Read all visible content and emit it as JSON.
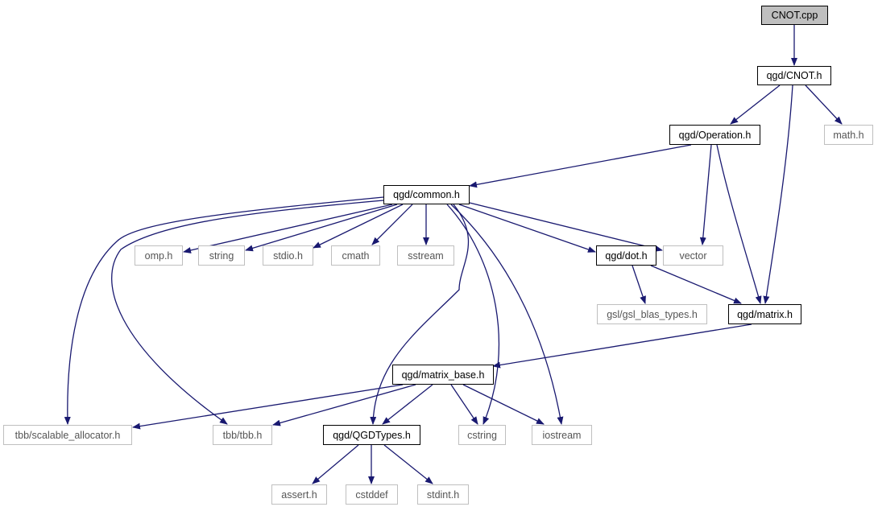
{
  "graph": {
    "edge_color": "#191970",
    "root_fill": "#bfbfbf",
    "nodes": [
      {
        "id": "cnot_cpp",
        "label": "CNOT.cpp",
        "kind": "root"
      },
      {
        "id": "cnot_h",
        "label": "qgd/CNOT.h",
        "kind": "local"
      },
      {
        "id": "operation_h",
        "label": "qgd/Operation.h",
        "kind": "local"
      },
      {
        "id": "math_h",
        "label": "math.h",
        "kind": "system"
      },
      {
        "id": "common_h",
        "label": "qgd/common.h",
        "kind": "local"
      },
      {
        "id": "omp_h",
        "label": "omp.h",
        "kind": "system"
      },
      {
        "id": "string",
        "label": "string",
        "kind": "system"
      },
      {
        "id": "stdio_h",
        "label": "stdio.h",
        "kind": "system"
      },
      {
        "id": "cmath",
        "label": "cmath",
        "kind": "system"
      },
      {
        "id": "sstream",
        "label": "sstream",
        "kind": "system"
      },
      {
        "id": "dot_h",
        "label": "qgd/dot.h",
        "kind": "local"
      },
      {
        "id": "vector",
        "label": "vector",
        "kind": "system"
      },
      {
        "id": "gsl_blas",
        "label": "gsl/gsl_blas_types.h",
        "kind": "system"
      },
      {
        "id": "matrix_h",
        "label": "qgd/matrix.h",
        "kind": "local"
      },
      {
        "id": "matrix_base_h",
        "label": "qgd/matrix_base.h",
        "kind": "local"
      },
      {
        "id": "tbb_scalable",
        "label": "tbb/scalable_allocator.h",
        "kind": "system"
      },
      {
        "id": "tbb_h",
        "label": "tbb/tbb.h",
        "kind": "system"
      },
      {
        "id": "qgdtypes_h",
        "label": "qgd/QGDTypes.h",
        "kind": "local"
      },
      {
        "id": "cstring",
        "label": "cstring",
        "kind": "system"
      },
      {
        "id": "iostream",
        "label": "iostream",
        "kind": "system"
      },
      {
        "id": "assert_h",
        "label": "assert.h",
        "kind": "system"
      },
      {
        "id": "cstddef",
        "label": "cstddef",
        "kind": "system"
      },
      {
        "id": "stdint_h",
        "label": "stdint.h",
        "kind": "system"
      }
    ],
    "edges": [
      [
        "cnot_cpp",
        "cnot_h"
      ],
      [
        "cnot_h",
        "operation_h"
      ],
      [
        "cnot_h",
        "math_h"
      ],
      [
        "cnot_h",
        "matrix_h"
      ],
      [
        "operation_h",
        "common_h"
      ],
      [
        "operation_h",
        "vector"
      ],
      [
        "operation_h",
        "matrix_h"
      ],
      [
        "common_h",
        "omp_h"
      ],
      [
        "common_h",
        "string"
      ],
      [
        "common_h",
        "stdio_h"
      ],
      [
        "common_h",
        "cmath"
      ],
      [
        "common_h",
        "sstream"
      ],
      [
        "common_h",
        "dot_h"
      ],
      [
        "common_h",
        "vector"
      ],
      [
        "common_h",
        "tbb_scalable"
      ],
      [
        "common_h",
        "tbb_h"
      ],
      [
        "common_h",
        "qgdtypes_h"
      ],
      [
        "common_h",
        "cstring"
      ],
      [
        "common_h",
        "iostream"
      ],
      [
        "dot_h",
        "gsl_blas"
      ],
      [
        "dot_h",
        "matrix_h"
      ],
      [
        "matrix_h",
        "matrix_base_h"
      ],
      [
        "matrix_base_h",
        "tbb_scalable"
      ],
      [
        "matrix_base_h",
        "tbb_h"
      ],
      [
        "matrix_base_h",
        "qgdtypes_h"
      ],
      [
        "matrix_base_h",
        "cstring"
      ],
      [
        "matrix_base_h",
        "iostream"
      ],
      [
        "qgdtypes_h",
        "assert_h"
      ],
      [
        "qgdtypes_h",
        "cstddef"
      ],
      [
        "qgdtypes_h",
        "stdint_h"
      ]
    ]
  }
}
